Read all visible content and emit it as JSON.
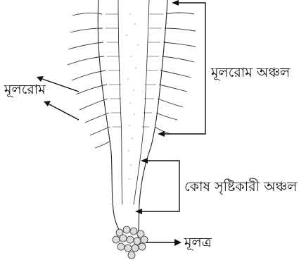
{
  "labels": {
    "root_hair": "মূলরোম",
    "root_hair_zone": "মূলরোম অঞ্চল",
    "cell_division_zone": "কোষ সৃষ্টিকারী অঞ্চল",
    "root_cap": "মূলত্র"
  },
  "colors": {
    "ink": "#111111",
    "background": "#ffffff",
    "stipple": "#9a9a9a"
  }
}
